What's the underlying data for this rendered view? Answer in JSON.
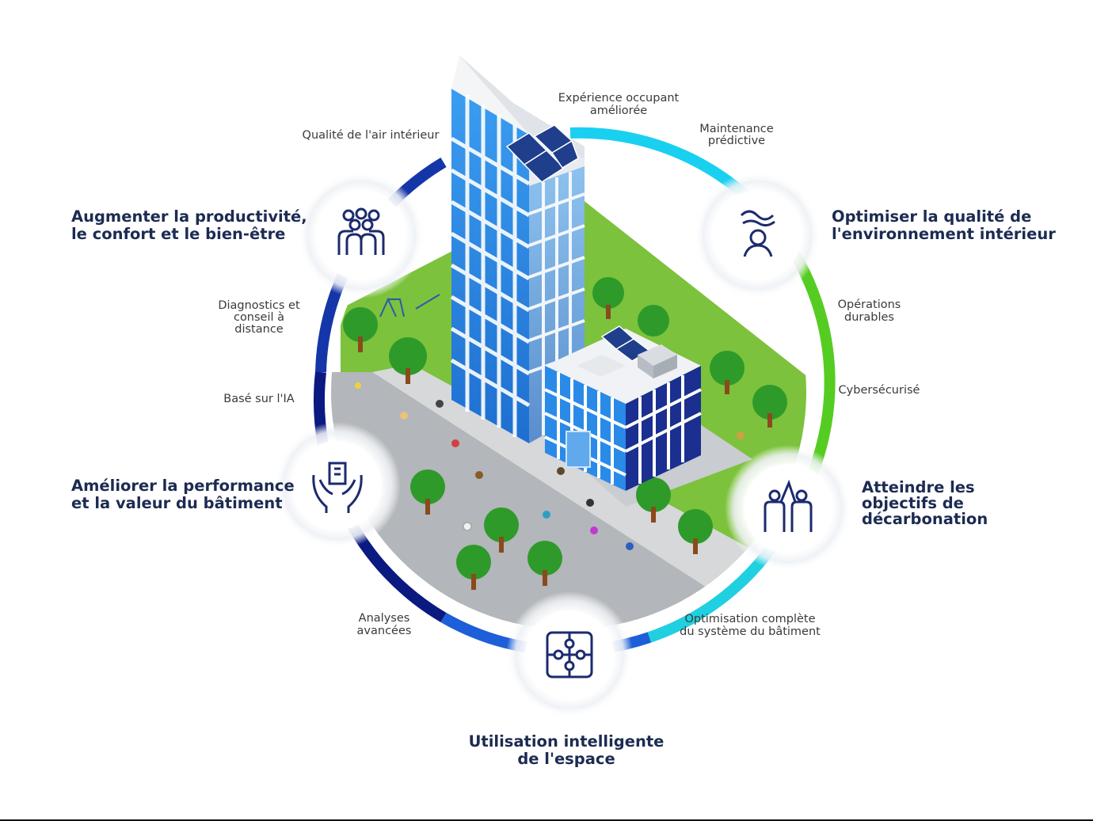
{
  "colors": {
    "heading": "#1c2b52",
    "icon": "#1c2b6e",
    "ring_dark_blue": "#0a1a80",
    "ring_cyan": "#1ad0f0",
    "ring_green": "#55cc22",
    "grass": "#7cc23c",
    "road": "#b3b6ba",
    "glass": "#2f8fe0"
  },
  "headings": [
    {
      "id": "productivity",
      "icon": "people-group-icon",
      "lines": [
        "Augmenter la productivité,",
        "le confort et le bien-être"
      ]
    },
    {
      "id": "environment",
      "icon": "person-air-icon",
      "lines": [
        "Optimiser la qualité de",
        "l'environnement intérieur"
      ]
    },
    {
      "id": "performance",
      "icon": "hands-building-icon",
      "lines": [
        "Améliorer la performance",
        "et la valeur du bâtiment"
      ]
    },
    {
      "id": "decarbonation",
      "icon": "high-five-icon",
      "lines": [
        "Atteindre les",
        "objectifs de",
        "décarbonation"
      ]
    },
    {
      "id": "space",
      "icon": "puzzle-icon",
      "lines": [
        "Utilisation intelligente",
        "de l'espace"
      ]
    }
  ],
  "labels": [
    {
      "id": "occupant",
      "lines": [
        "Expérience occupant",
        "améliorée"
      ]
    },
    {
      "id": "maintenance",
      "lines": [
        "Maintenance",
        "prédictive"
      ]
    },
    {
      "id": "air",
      "lines": [
        "Qualité de l'air intérieur"
      ]
    },
    {
      "id": "diagnostics",
      "lines": [
        "Diagnostics et",
        "conseil à",
        "distance"
      ]
    },
    {
      "id": "ai",
      "lines": [
        "Basé sur l'IA"
      ]
    },
    {
      "id": "operations",
      "lines": [
        "Opérations",
        "durables"
      ]
    },
    {
      "id": "cyber",
      "lines": [
        "Cybersécurisé"
      ]
    },
    {
      "id": "analytics",
      "lines": [
        "Analyses",
        "avancées"
      ]
    },
    {
      "id": "optimisation",
      "lines": [
        "Optimisation complète",
        "du système du bâtiment"
      ]
    }
  ]
}
